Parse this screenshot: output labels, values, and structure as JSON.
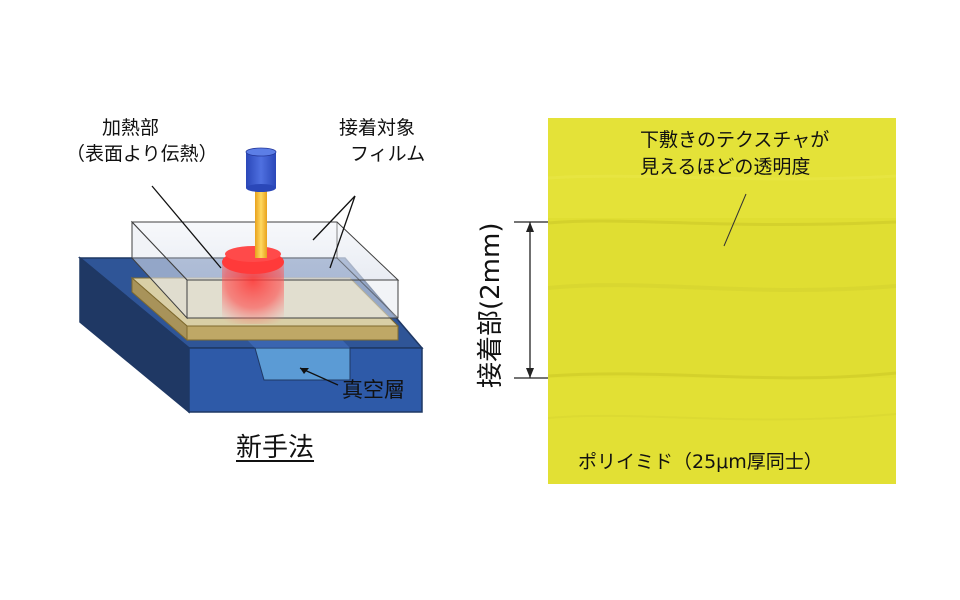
{
  "diagram": {
    "heating_label_line1": "加熱部",
    "heating_label_line2": "（表面より伝熱）",
    "film_label_line1": "接着対象",
    "film_label_line2": "フィルム",
    "vacuum_label": "真空層",
    "caption": "新手法"
  },
  "photo": {
    "bond_width_label": "接着部(2mm)",
    "transparency_line1": "下敷きのテクスチャが",
    "transparency_line2": "見えるほどの透明度",
    "material_label": "ポリイミド（25μm厚同士）",
    "film_color": "#e4e23a"
  },
  "colors": {
    "stage_blue": "#2f5597",
    "stage_dark": "#1f3864",
    "probe_blue": "#3355c8",
    "heat_red": "#ff3b3b",
    "rod_orange": "#f0b830",
    "sheet_tan": "#c8b98a"
  }
}
